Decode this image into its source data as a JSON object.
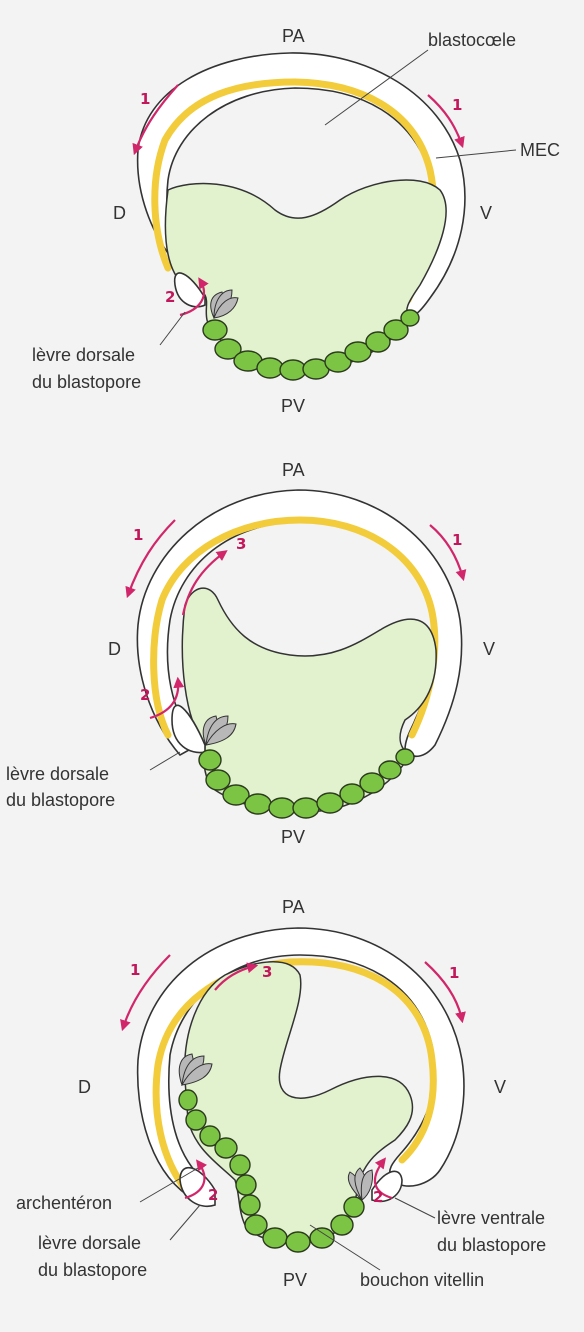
{
  "panel1": {
    "pa": "PA",
    "pv": "PV",
    "d": "D",
    "v": "V",
    "blastocoele": "blastocœle",
    "mec": "MEC",
    "levre_dorsale_1": "lèvre dorsale",
    "levre_dorsale_2": "du blastopore",
    "arrow_labels": [
      "1",
      "1",
      "2"
    ]
  },
  "panel2": {
    "pa": "PA",
    "pv": "PV",
    "d": "D",
    "v": "V",
    "levre_dorsale_1": "lèvre dorsale",
    "levre_dorsale_2": "du blastopore",
    "arrow_labels": [
      "1",
      "1",
      "2",
      "3"
    ]
  },
  "panel3": {
    "pa": "PA",
    "pv": "PV",
    "d": "D",
    "v": "V",
    "archenteron": "archentéron",
    "levre_dorsale_1": "lèvre dorsale",
    "levre_dorsale_2": "du blastopore",
    "levre_ventrale_1": "lèvre ventrale",
    "levre_ventrale_2": "du blastopore",
    "bouchon": "bouchon vitellin",
    "arrow_labels": [
      "1",
      "1",
      "2",
      "2",
      "3"
    ]
  },
  "colors": {
    "background": "#f3f3f3",
    "mec_yellow": "#f2cc3b",
    "endoderm_light_green": "#e2f2cf",
    "cell_green": "#7cc443",
    "arrow_magenta": "#d1266a"
  }
}
